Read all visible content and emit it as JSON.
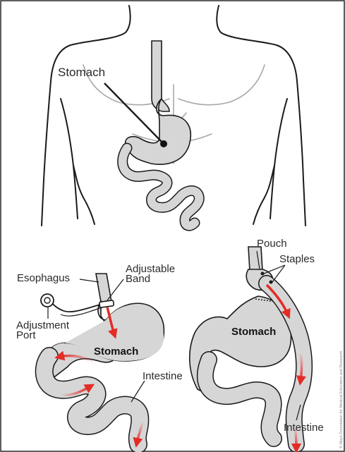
{
  "colors": {
    "organ_fill": "#d6d6d6",
    "organ_stroke": "#1a1a1a",
    "body_outline": "#1a1a1a",
    "muscle_lines": "#a8a8a8",
    "arrow": "#e42b26",
    "text": "#2a2a2a"
  },
  "top_diagram": {
    "label_stomach": "Stomach"
  },
  "band_diagram": {
    "label_esophagus": "Esophagus",
    "label_adjustable_band": [
      "Adjustable",
      "Band"
    ],
    "label_adjustment_port": [
      "Adjustment",
      "Port"
    ],
    "label_stomach": "Stomach",
    "label_intestine": "Intestine"
  },
  "bypass_diagram": {
    "label_pouch": "Pouch",
    "label_staples": "Staples",
    "label_stomach": "Stomach",
    "label_intestine": "Intestine"
  },
  "icons": [
    "port-icon"
  ],
  "credit": "© Mayo Foundation for Medical Education and Research"
}
